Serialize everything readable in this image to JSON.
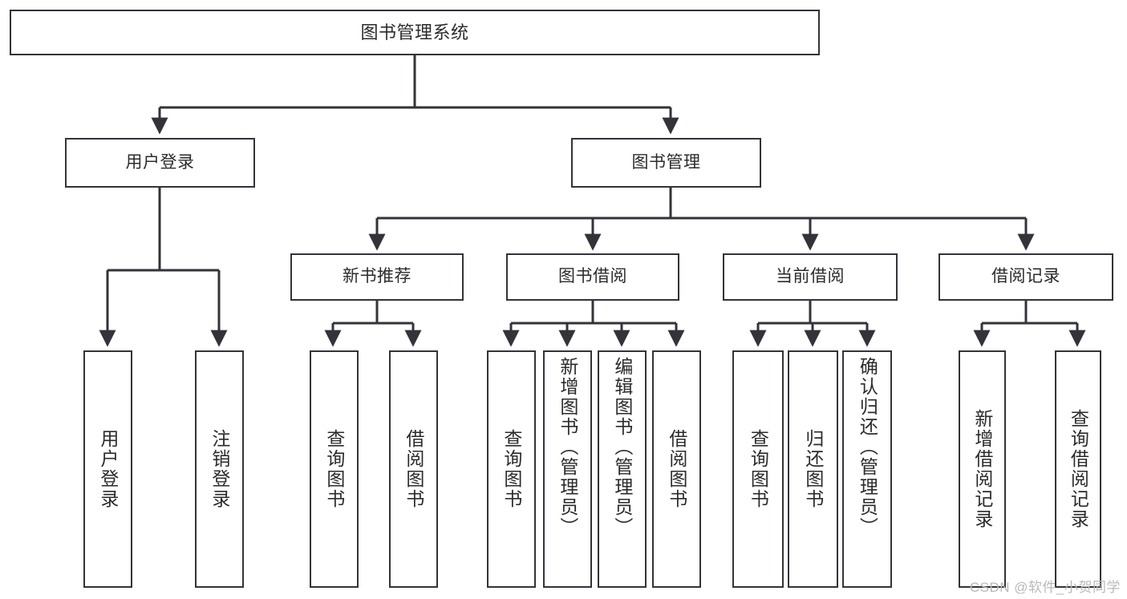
{
  "diagram": {
    "type": "tree",
    "title": "图书管理系统",
    "orientation": "top-down",
    "colors": {
      "stroke": "#33333a",
      "fill": "#ffffff",
      "text": "#2b2b2b",
      "watermark": "#b9b9b9"
    },
    "levels": 4,
    "nodes": {
      "root": {
        "label": "图书管理系统"
      },
      "level2": [
        {
          "label": "用户登录"
        },
        {
          "label": "图书管理"
        }
      ],
      "level3": [
        {
          "label": "新书推荐"
        },
        {
          "label": "图书借阅"
        },
        {
          "label": "当前借阅"
        },
        {
          "label": "借阅记录"
        }
      ],
      "leaves": {
        "user_login": [
          {
            "label": "用户登录"
          },
          {
            "label": "注销登录"
          }
        ],
        "new_book_recommend": [
          {
            "label": "查询图书"
          },
          {
            "label": "借阅图书"
          }
        ],
        "book_borrow": [
          {
            "label": "查询图书"
          },
          {
            "label": "新增图书（管理员）"
          },
          {
            "label": "编辑图书（管理员）"
          },
          {
            "label": "借阅图书"
          }
        ],
        "current_borrow": [
          {
            "label": "查询图书"
          },
          {
            "label": "归还图书"
          },
          {
            "label": "确认归还（管理员）"
          }
        ],
        "borrow_record": [
          {
            "label": "新增借阅记录"
          },
          {
            "label": "查询借阅记录"
          }
        ]
      }
    },
    "edges": [
      {
        "from": "图书管理系统",
        "to": "用户登录"
      },
      {
        "from": "图书管理系统",
        "to": "图书管理"
      },
      {
        "from": "用户登录",
        "to": "用户登录"
      },
      {
        "from": "用户登录",
        "to": "注销登录"
      },
      {
        "from": "图书管理",
        "to": "新书推荐"
      },
      {
        "from": "图书管理",
        "to": "图书借阅"
      },
      {
        "from": "图书管理",
        "to": "当前借阅"
      },
      {
        "from": "图书管理",
        "to": "借阅记录"
      },
      {
        "from": "新书推荐",
        "to": "查询图书"
      },
      {
        "from": "新书推荐",
        "to": "借阅图书"
      },
      {
        "from": "图书借阅",
        "to": "查询图书"
      },
      {
        "from": "图书借阅",
        "to": "新增图书（管理员）"
      },
      {
        "from": "图书借阅",
        "to": "编辑图书（管理员）"
      },
      {
        "from": "图书借阅",
        "to": "借阅图书"
      },
      {
        "from": "当前借阅",
        "to": "查询图书"
      },
      {
        "from": "当前借阅",
        "to": "归还图书"
      },
      {
        "from": "当前借阅",
        "to": "确认归还（管理员）"
      },
      {
        "from": "借阅记录",
        "to": "新增借阅记录"
      },
      {
        "from": "借阅记录",
        "to": "查询借阅记录"
      }
    ]
  },
  "watermark": {
    "text": "CSDN @软件_小贺同学"
  }
}
